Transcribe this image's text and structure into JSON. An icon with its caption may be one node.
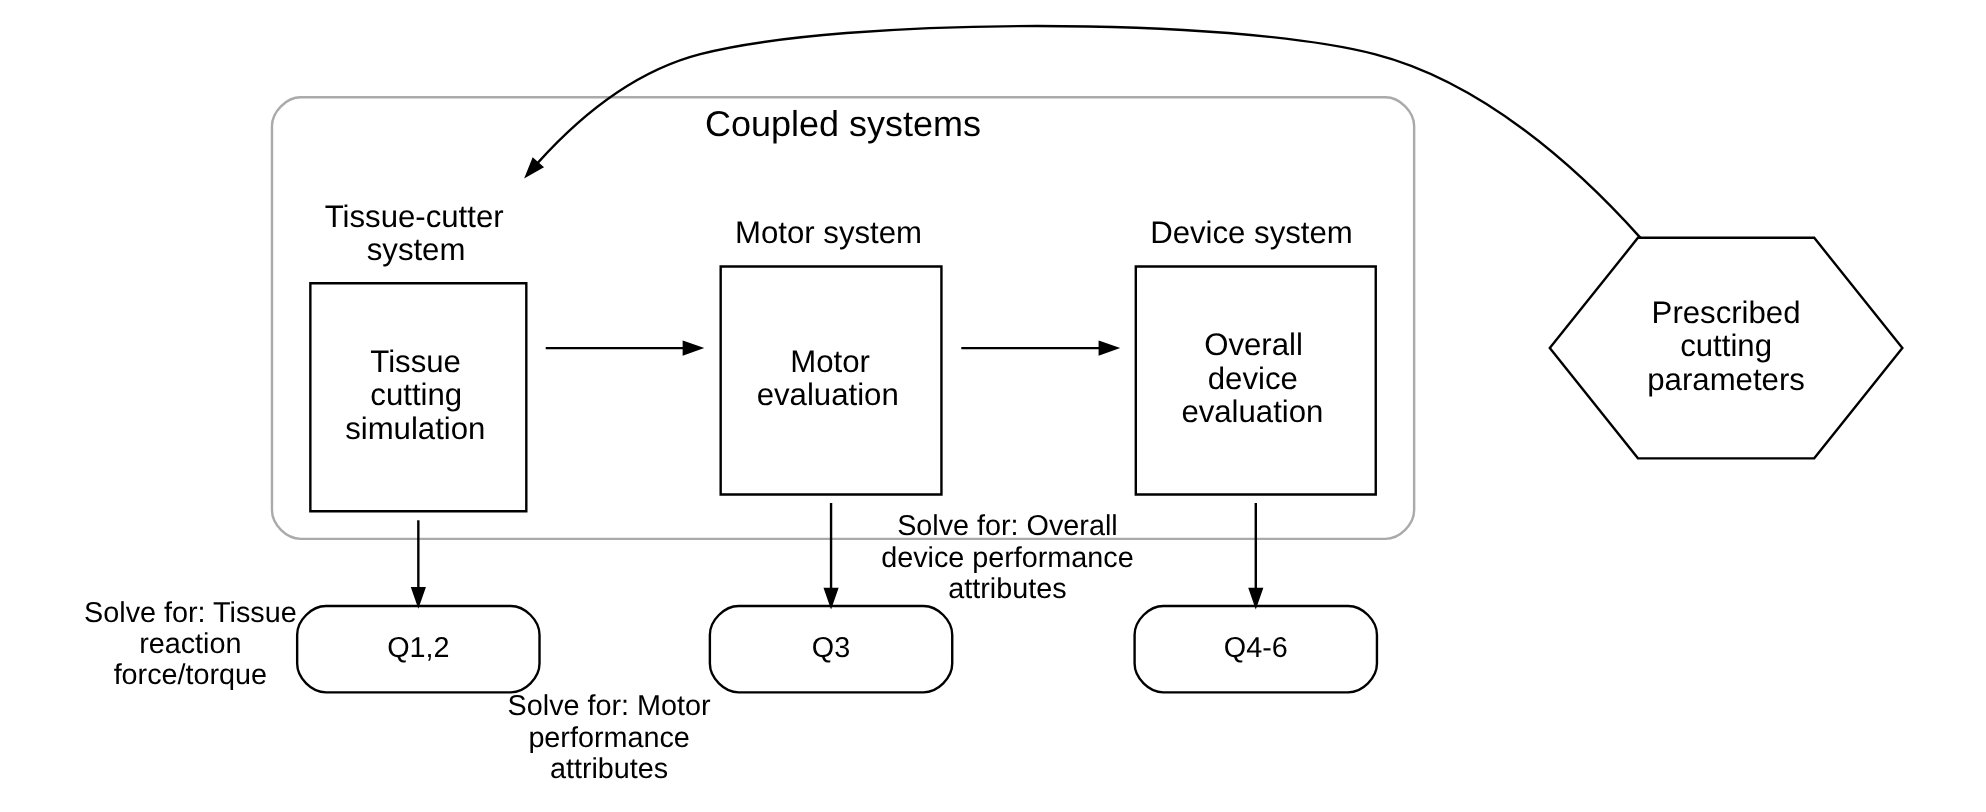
{
  "diagram": {
    "nodes": [
      {
        "text": [
          "Coupled systems"
        ]
      },
      {
        "text": [
          "Prescribed cutting parameters"
        ]
      },
      {
        "text": [
          "Tissue-cutter system",
          "Tissue cutting simulation"
        ],
        "in": 0
      },
      {
        "text": [
          "Motor system",
          "Motor evaluation"
        ],
        "in": 0
      },
      {
        "text": [
          "Device system",
          "Overall device evaluation"
        ],
        "in": 0
      },
      {
        "text": [
          "Q1,2"
        ],
        "beside": [
          "Solve for: Tissue reaction force/torque"
        ]
      },
      {
        "text": [
          "Q3"
        ],
        "beside": [
          "Solve for: Motor performance attributes"
        ]
      },
      {
        "text": [
          "Q4-6"
        ],
        "beside": [
          "Solve for: Overall device performance attributes"
        ]
      }
    ],
    "edges": [
      {
        "from": 1,
        "to": 2,
        "arrow": "to"
      },
      {
        "from": 2,
        "to": 3,
        "arrow": "to"
      },
      {
        "from": 3,
        "to": 4,
        "arrow": "to"
      },
      {
        "from": 2,
        "to": 5,
        "arrow": "to"
      },
      {
        "from": 3,
        "to": 6,
        "arrow": "to"
      },
      {
        "from": 4,
        "to": 7,
        "arrow": "to"
      }
    ]
  }
}
